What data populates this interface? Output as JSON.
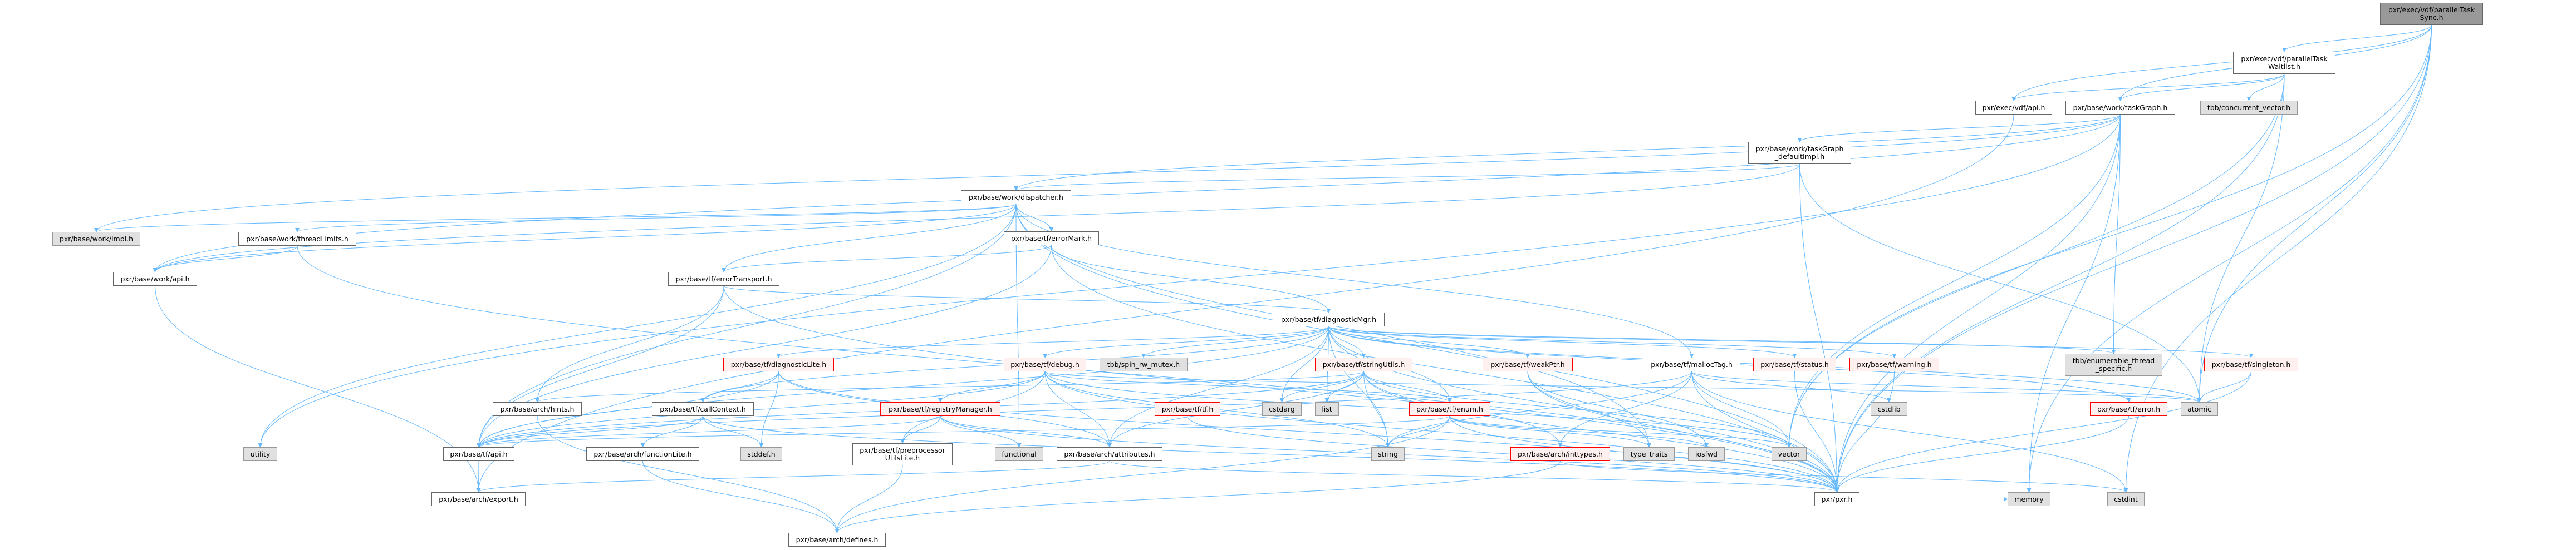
{
  "colors": {
    "edge": "#63b8ff",
    "node_border": "#666666",
    "external_fill": "#e0e0e0",
    "truncated_border": "#ff0000",
    "truncated_fill": "#fff0f0",
    "root_fill": "#999999"
  },
  "nodes": {
    "sync": "pxr/exec/vdf/parallelTask\nSync.h",
    "waitlist": "pxr/exec/vdf/parallelTask\nWaitlist.h",
    "vdfapi": "pxr/exec/vdf/api.h",
    "taskGraph": "pxr/base/work/taskGraph.h",
    "concvec": "tbb/concurrent_vector.h",
    "tgdefault": "pxr/base/work/taskGraph\n_defaultImpl.h",
    "dispatcher": "pxr/base/work/dispatcher.h",
    "impl": "pxr/base/work/impl.h",
    "threadLimits": "pxr/base/work/threadLimits.h",
    "errorMark": "pxr/base/tf/errorMark.h",
    "workapi": "pxr/base/work/api.h",
    "errorTransport": "pxr/base/tf/errorTransport.h",
    "diagnosticMgr": "pxr/base/tf/diagnosticMgr.h",
    "diagnosticLite": "pxr/base/tf/diagnosticLite.h",
    "debug": "pxr/base/tf/debug.h",
    "spin": "tbb/spin_rw_mutex.h",
    "stringUtils": "pxr/base/tf/stringUtils.h",
    "weakPtr": "pxr/base/tf/weakPtr.h",
    "mallocTag": "pxr/base/tf/mallocTag.h",
    "status": "pxr/base/tf/status.h",
    "warning": "pxr/base/tf/warning.h",
    "enumts": "tbb/enumerable_thread\n_specific.h",
    "singleton": "pxr/base/tf/singleton.h",
    "hints": "pxr/base/arch/hints.h",
    "callContext": "pxr/base/tf/callContext.h",
    "registry": "pxr/base/tf/registryManager.h",
    "tfh": "pxr/base/tf/tf.h",
    "cstdarg": "cstdarg",
    "list": "list",
    "enum": "pxr/base/tf/enum.h",
    "cstdlib": "cstdlib",
    "error": "pxr/base/tf/error.h",
    "atomic": "atomic",
    "utility": "utility",
    "tfapi": "pxr/base/tf/api.h",
    "functionLite": "pxr/base/arch/functionLite.h",
    "stddef": "stddef.h",
    "preproc": "pxr/base/tf/preprocessor\nUtilsLite.h",
    "functional": "functional",
    "attributes": "pxr/base/arch/attributes.h",
    "string": "string",
    "inttypes": "pxr/base/arch/inttypes.h",
    "typetraits": "type_traits",
    "iosfwd": "iosfwd",
    "vector": "vector",
    "export": "pxr/base/arch/export.h",
    "pxrh": "pxr/pxr.h",
    "memory": "memory",
    "cstdint": "cstdint",
    "defines": "pxr/base/arch/defines.h"
  },
  "edges": [
    [
      "sync",
      "waitlist"
    ],
    [
      "sync",
      "vdfapi"
    ],
    [
      "sync",
      "taskGraph"
    ],
    [
      "sync",
      "pxrh"
    ],
    [
      "sync",
      "memory"
    ],
    [
      "sync",
      "cstdint"
    ],
    [
      "sync",
      "atomic"
    ],
    [
      "sync",
      "vector"
    ],
    [
      "waitlist",
      "vdfapi"
    ],
    [
      "waitlist",
      "taskGraph"
    ],
    [
      "waitlist",
      "concvec"
    ],
    [
      "waitlist",
      "atomic"
    ],
    [
      "waitlist",
      "pxrh"
    ],
    [
      "waitlist",
      "vector"
    ],
    [
      "vdfapi",
      "export"
    ],
    [
      "taskGraph",
      "tgdefault"
    ],
    [
      "taskGraph",
      "dispatcher"
    ],
    [
      "taskGraph",
      "workapi"
    ],
    [
      "taskGraph",
      "impl"
    ],
    [
      "taskGraph",
      "pxrh"
    ],
    [
      "taskGraph",
      "memory"
    ],
    [
      "taskGraph",
      "vector"
    ],
    [
      "taskGraph",
      "enumts"
    ],
    [
      "taskGraph",
      "utility"
    ],
    [
      "tgdefault",
      "dispatcher"
    ],
    [
      "tgdefault",
      "workapi"
    ],
    [
      "tgdefault",
      "pxrh"
    ],
    [
      "tgdefault",
      "atomic"
    ],
    [
      "dispatcher",
      "errorMark"
    ],
    [
      "dispatcher",
      "errorTransport"
    ],
    [
      "dispatcher",
      "workapi"
    ],
    [
      "dispatcher",
      "impl"
    ],
    [
      "dispatcher",
      "threadLimits"
    ],
    [
      "dispatcher",
      "functional"
    ],
    [
      "dispatcher",
      "typetraits"
    ],
    [
      "dispatcher",
      "utility"
    ],
    [
      "dispatcher",
      "pxrh"
    ],
    [
      "dispatcher",
      "mallocTag"
    ],
    [
      "dispatcher",
      "tfapi"
    ],
    [
      "threadLimits",
      "workapi"
    ],
    [
      "threadLimits",
      "pxrh"
    ],
    [
      "workapi",
      "export"
    ],
    [
      "errorMark",
      "diagnosticMgr"
    ],
    [
      "errorMark",
      "errorTransport"
    ],
    [
      "errorMark",
      "tfapi"
    ],
    [
      "errorMark",
      "pxrh"
    ],
    [
      "errorTransport",
      "diagnosticMgr"
    ],
    [
      "errorTransport",
      "hints"
    ],
    [
      "errorTransport",
      "tfapi"
    ],
    [
      "errorTransport",
      "pxrh"
    ],
    [
      "diagnosticMgr",
      "callContext"
    ],
    [
      "diagnosticMgr",
      "debug"
    ],
    [
      "diagnosticMgr",
      "diagnosticLite"
    ],
    [
      "diagnosticMgr",
      "error"
    ],
    [
      "diagnosticMgr",
      "singleton"
    ],
    [
      "diagnosticMgr",
      "status"
    ],
    [
      "diagnosticMgr",
      "stringUtils"
    ],
    [
      "diagnosticMgr",
      "warning"
    ],
    [
      "diagnosticMgr",
      "weakPtr"
    ],
    [
      "diagnosticMgr",
      "enum"
    ],
    [
      "diagnosticMgr",
      "tfapi"
    ],
    [
      "diagnosticMgr",
      "enumts"
    ],
    [
      "diagnosticMgr",
      "spin"
    ],
    [
      "diagnosticMgr",
      "atomic"
    ],
    [
      "diagnosticMgr",
      "cstdarg"
    ],
    [
      "diagnosticMgr",
      "list"
    ],
    [
      "diagnosticMgr",
      "string"
    ],
    [
      "diagnosticMgr",
      "pxrh"
    ],
    [
      "diagnosticMgr",
      "attributes"
    ],
    [
      "diagnosticLite",
      "callContext"
    ],
    [
      "diagnosticLite",
      "stddef"
    ],
    [
      "diagnosticLite",
      "tfapi"
    ],
    [
      "diagnosticLite",
      "attributes"
    ],
    [
      "diagnosticLite",
      "pxrh"
    ],
    [
      "debug",
      "registry"
    ],
    [
      "debug",
      "attributes"
    ],
    [
      "debug",
      "tfapi"
    ],
    [
      "debug",
      "preproc"
    ],
    [
      "debug",
      "enum"
    ],
    [
      "debug",
      "atomic"
    ],
    [
      "debug",
      "string"
    ],
    [
      "debug",
      "vector"
    ],
    [
      "debug",
      "pxrh"
    ],
    [
      "registry",
      "preproc"
    ],
    [
      "registry",
      "functional"
    ],
    [
      "registry",
      "attributes"
    ],
    [
      "registry",
      "tfapi"
    ],
    [
      "registry",
      "pxrh"
    ],
    [
      "stringUtils",
      "cstdarg"
    ],
    [
      "stringUtils",
      "list"
    ],
    [
      "stringUtils",
      "string"
    ],
    [
      "stringUtils",
      "enum"
    ],
    [
      "stringUtils",
      "inttypes"
    ],
    [
      "stringUtils",
      "attributes"
    ],
    [
      "stringUtils",
      "hints"
    ],
    [
      "stringUtils",
      "tfapi"
    ],
    [
      "stringUtils",
      "vector"
    ],
    [
      "stringUtils",
      "pxrh"
    ],
    [
      "weakPtr",
      "typetraits"
    ],
    [
      "weakPtr",
      "iosfwd"
    ],
    [
      "weakPtr",
      "pxrh"
    ],
    [
      "mallocTag",
      "tfapi"
    ],
    [
      "mallocTag",
      "cstdlib"
    ],
    [
      "mallocTag",
      "vector"
    ],
    [
      "mallocTag",
      "string"
    ],
    [
      "mallocTag",
      "cstdint"
    ],
    [
      "mallocTag",
      "atomic"
    ],
    [
      "mallocTag",
      "inttypes"
    ],
    [
      "mallocTag",
      "pxrh"
    ],
    [
      "status",
      "pxrh"
    ],
    [
      "warning",
      "pxrh"
    ],
    [
      "singleton",
      "atomic"
    ],
    [
      "singleton",
      "pxrh"
    ],
    [
      "error",
      "pxrh"
    ],
    [
      "enum",
      "string"
    ],
    [
      "enum",
      "typetraits"
    ],
    [
      "enum",
      "vector"
    ],
    [
      "enum",
      "iosfwd"
    ],
    [
      "enum",
      "defines"
    ],
    [
      "enum",
      "pxrh"
    ],
    [
      "enum",
      "tfapi"
    ],
    [
      "callContext",
      "functionLite"
    ],
    [
      "callContext",
      "stddef"
    ],
    [
      "callContext",
      "tfapi"
    ],
    [
      "callContext",
      "pxrh"
    ],
    [
      "tfh",
      "pxrh"
    ],
    [
      "tfapi",
      "export"
    ],
    [
      "functionLite",
      "defines"
    ],
    [
      "preproc",
      "defines"
    ],
    [
      "attributes",
      "export"
    ],
    [
      "attributes",
      "pxrh"
    ],
    [
      "inttypes",
      "defines"
    ],
    [
      "inttypes",
      "cstdint"
    ],
    [
      "pxrh",
      "memory"
    ],
    [
      "hints",
      "defines"
    ]
  ]
}
